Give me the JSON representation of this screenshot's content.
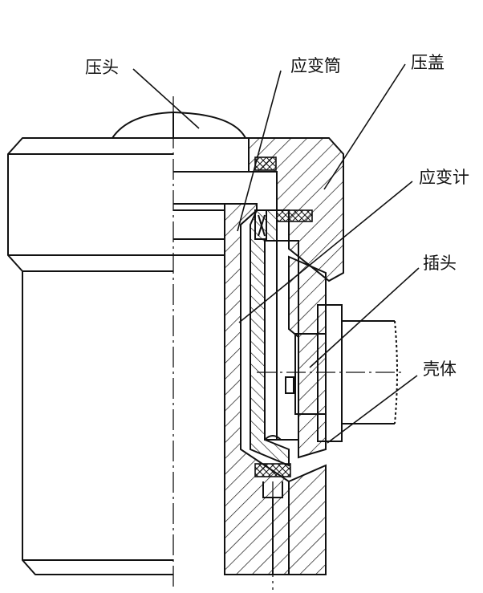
{
  "labels": {
    "press_head": "压头",
    "strain_tube": "应变筒",
    "press_cover": "压盖",
    "strain_gauge": "应变计",
    "plug": "插头",
    "housing": "壳体"
  },
  "colors": {
    "line": "#111111",
    "background": "#ffffff"
  }
}
